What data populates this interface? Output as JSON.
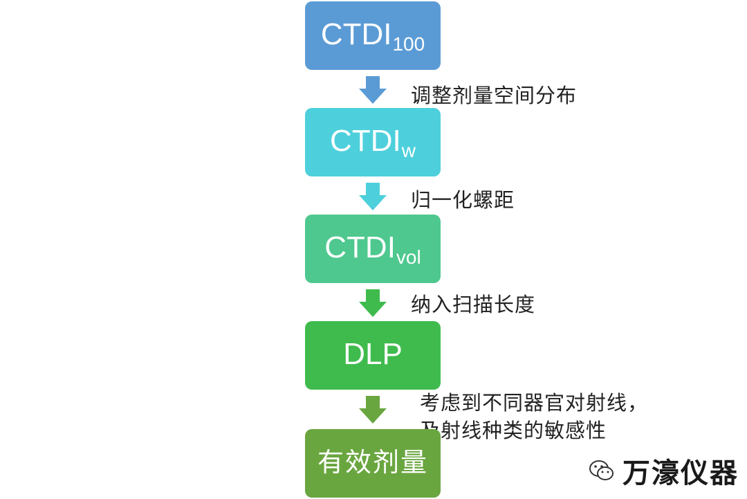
{
  "colors": {
    "box_1": "#5b9bd5",
    "box_2": "#4dd0dc",
    "box_3": "#4ec88e",
    "box_4": "#3fbb4d",
    "box_5": "#6aa640",
    "text_dark": "#222222"
  },
  "flow": {
    "boxes": [
      {
        "main": "CTDI",
        "sub": "100"
      },
      {
        "main": "CTDI",
        "sub": "w"
      },
      {
        "main": "CTDI",
        "sub": "vol"
      },
      {
        "main": "DLP",
        "sub": ""
      },
      {
        "main": "有效剂量",
        "sub": ""
      }
    ],
    "steps": [
      {
        "lines": [
          "调整剂量空间分布"
        ]
      },
      {
        "lines": [
          "归一化螺距"
        ]
      },
      {
        "lines": [
          "纳入扫描长度"
        ]
      },
      {
        "lines": [
          "考虑到不同器官对射线，",
          "及射线种类的敏感性"
        ]
      }
    ]
  },
  "watermark": {
    "icon": "wechat-icon",
    "text": "万濠仪器"
  }
}
